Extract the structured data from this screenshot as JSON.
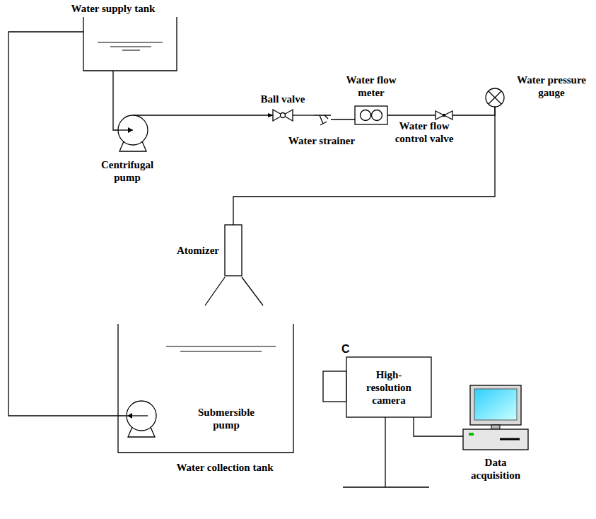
{
  "diagram": {
    "nodes": [
      {
        "text": [
          "Water supply tank"
        ]
      },
      {
        "text": [
          "Centrifugal pump"
        ]
      },
      {
        "text": [
          "Ball valve"
        ]
      },
      {
        "text": [
          "Water strainer"
        ]
      },
      {
        "text": [
          "Water flow meter"
        ]
      },
      {
        "text": [
          "Water flow control valve"
        ]
      },
      {
        "text": [
          "Water pressure gauge"
        ]
      },
      {
        "text": [
          "Atomizer"
        ]
      },
      {
        "text": [
          "High-resolution camera"
        ]
      },
      {
        "text": [
          "Data acquisition"
        ]
      },
      {
        "text": [
          "Water collection tank"
        ]
      },
      {
        "text": [
          "Submersible pump"
        ],
        "in": 10
      }
    ],
    "edges": [
      {
        "from": 0,
        "to": 1,
        "arrow": "none"
      },
      {
        "from": 1,
        "to": 2,
        "arrow": "to"
      },
      {
        "from": 2,
        "to": 3,
        "arrow": "none"
      },
      {
        "from": 3,
        "to": 4,
        "arrow": "none"
      },
      {
        "from": 4,
        "to": 5,
        "arrow": "none"
      },
      {
        "from": 5,
        "to": 6,
        "arrow": "none"
      },
      {
        "from": 6,
        "to": 7,
        "arrow": "none"
      },
      {
        "from": 8,
        "to": 9,
        "arrow": "none"
      },
      {
        "from": 11,
        "to": 0,
        "arrow": "none"
      }
    ],
    "labels": [
      "C"
    ]
  }
}
